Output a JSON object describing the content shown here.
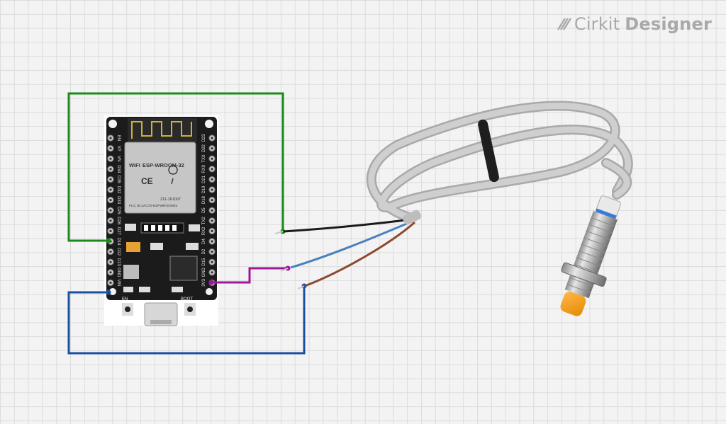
{
  "brand": {
    "name_light": "Cirkit",
    "name_bold": "Designer"
  },
  "esp32": {
    "module_label": "ESP-WROOM-32",
    "wifi_label": "WiFi",
    "ce_label": "CE",
    "reg_label": "211-161007",
    "fcc_label": "FCC ID:2AC7Z-ESPWROOM32",
    "left_pins": [
      "EN",
      "VP",
      "VN",
      "D34",
      "D35",
      "D32",
      "D33",
      "D25",
      "D26",
      "D27",
      "D14",
      "D12",
      "D13",
      "GND",
      "VIN"
    ],
    "right_pins": [
      "D23",
      "D22",
      "TX0",
      "RX0",
      "D21",
      "D19",
      "D18",
      "D5",
      "TX2",
      "RX2",
      "D4",
      "D2",
      "D15",
      "GND",
      "3V3"
    ],
    "button_en_label": "EN",
    "button_boot_label": "BOOT"
  },
  "sensor": {
    "type": "inductive-proximity-sensor",
    "wire_colors": [
      "#1a1a1a",
      "#4a7fc0",
      "#8b4a2e"
    ]
  },
  "wires": [
    {
      "name": "green-wire",
      "color": "#1a8a1a"
    },
    {
      "name": "purple-wire",
      "color": "#a0169a"
    },
    {
      "name": "blue-wire",
      "color": "#1a4fa0"
    }
  ]
}
